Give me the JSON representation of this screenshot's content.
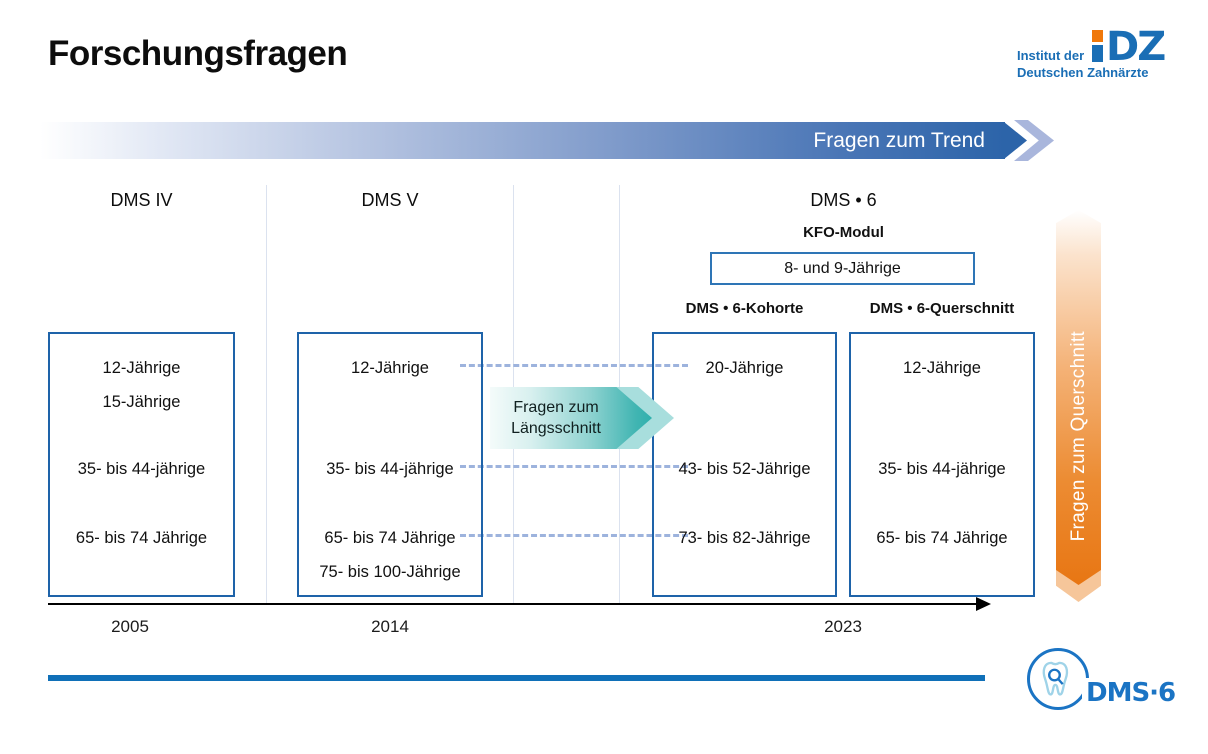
{
  "title": "Forschungsfragen",
  "idz_logo": {
    "letters": "DZ",
    "line1": "Institut der",
    "line2": "Deutschen Zahnärzte"
  },
  "trend_banner": {
    "label": "Fragen zum Trend"
  },
  "laengsschnitt_arrow": {
    "line1": "Fragen zum",
    "line2": "Längsschnitt"
  },
  "querschnitt_arrow": {
    "label": "Fragen zum Querschnitt"
  },
  "kfo": {
    "header": "KFO-Modul",
    "box_label": "8- und 9-Jährige"
  },
  "columns": [
    {
      "header": "DMS IV",
      "items": [
        "12-Jährige",
        "15-Jährige",
        "35- bis 44-jährige",
        "65- bis 74 Jährige"
      ]
    },
    {
      "header": "DMS V",
      "items": [
        "12-Jährige",
        "35- bis 44-jährige",
        "65- bis 74 Jährige",
        "75- bis 100-Jährige"
      ]
    },
    {
      "header": "DMS • 6",
      "subheader": "DMS • 6-Kohorte",
      "items": [
        "20-Jährige",
        "43- bis 52-Jährige",
        "73- bis 82-Jährige"
      ]
    },
    {
      "subheader": "DMS • 6-Querschnitt",
      "items": [
        "12-Jährige",
        "35- bis 44-jährige",
        "65- bis 74 Jährige"
      ]
    }
  ],
  "timeline": {
    "years": [
      "2005",
      "2014",
      "2023"
    ]
  },
  "dms6_logo": {
    "label": "DMS·6"
  },
  "colors": {
    "banner_blue": "#2c64a9",
    "chevron_lavender": "#a9b6dc",
    "box_border_blue": "#1e63a9",
    "dashed_connector": "#9db3dd",
    "teal": "#2fb0ad",
    "orange": "#e87613",
    "idz_blue": "#1a6eb5",
    "idz_orange": "#f0780a",
    "footer_blue": "#1070b8"
  }
}
